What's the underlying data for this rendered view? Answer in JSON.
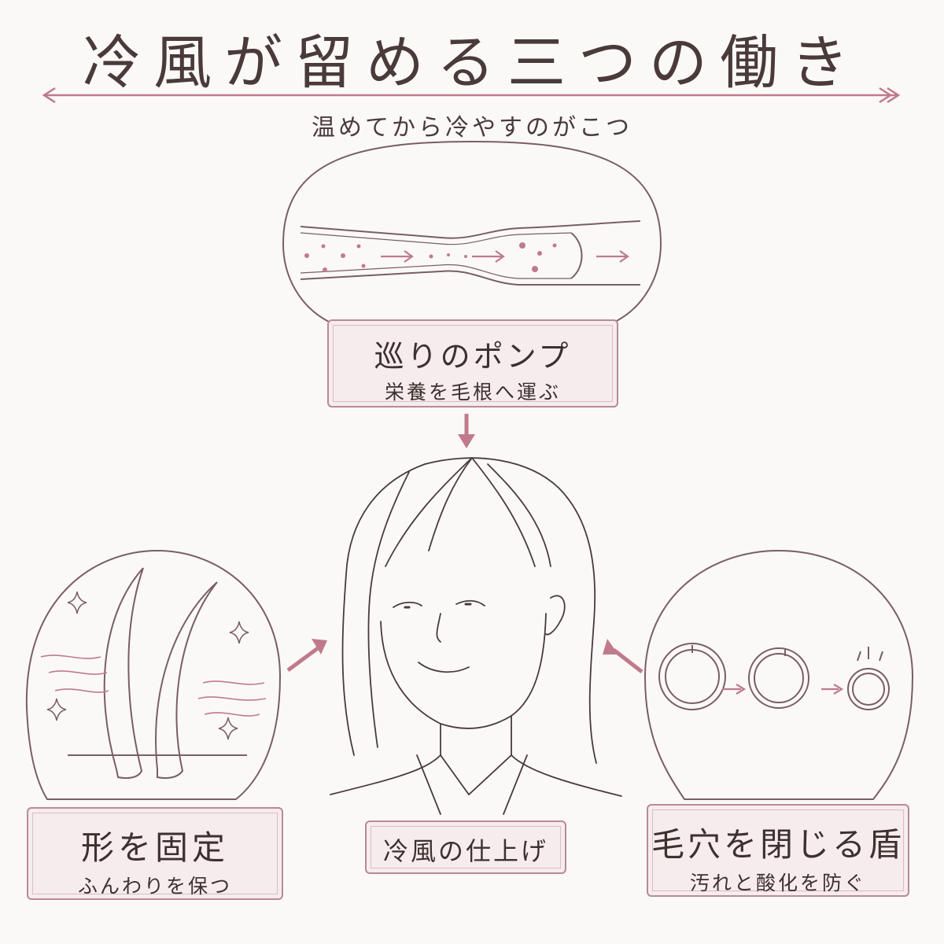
{
  "title": "冷風が留める三つの働き",
  "subtitle": "温めてから冷やすのがこつ",
  "top_card": {
    "title": "巡りのポンプ",
    "subtitle": "栄養を毛根へ運ぶ"
  },
  "left_card": {
    "title": "形を固定",
    "subtitle": "ふんわりを保つ"
  },
  "right_card": {
    "title": "毛穴を閉じる盾",
    "subtitle": "汚れと酸化を防ぐ"
  },
  "center_label": "冷風の仕上げ",
  "colors": {
    "accent": "#c07a8c",
    "line": "#7a5e62",
    "label_bg": "#f6ecee"
  }
}
